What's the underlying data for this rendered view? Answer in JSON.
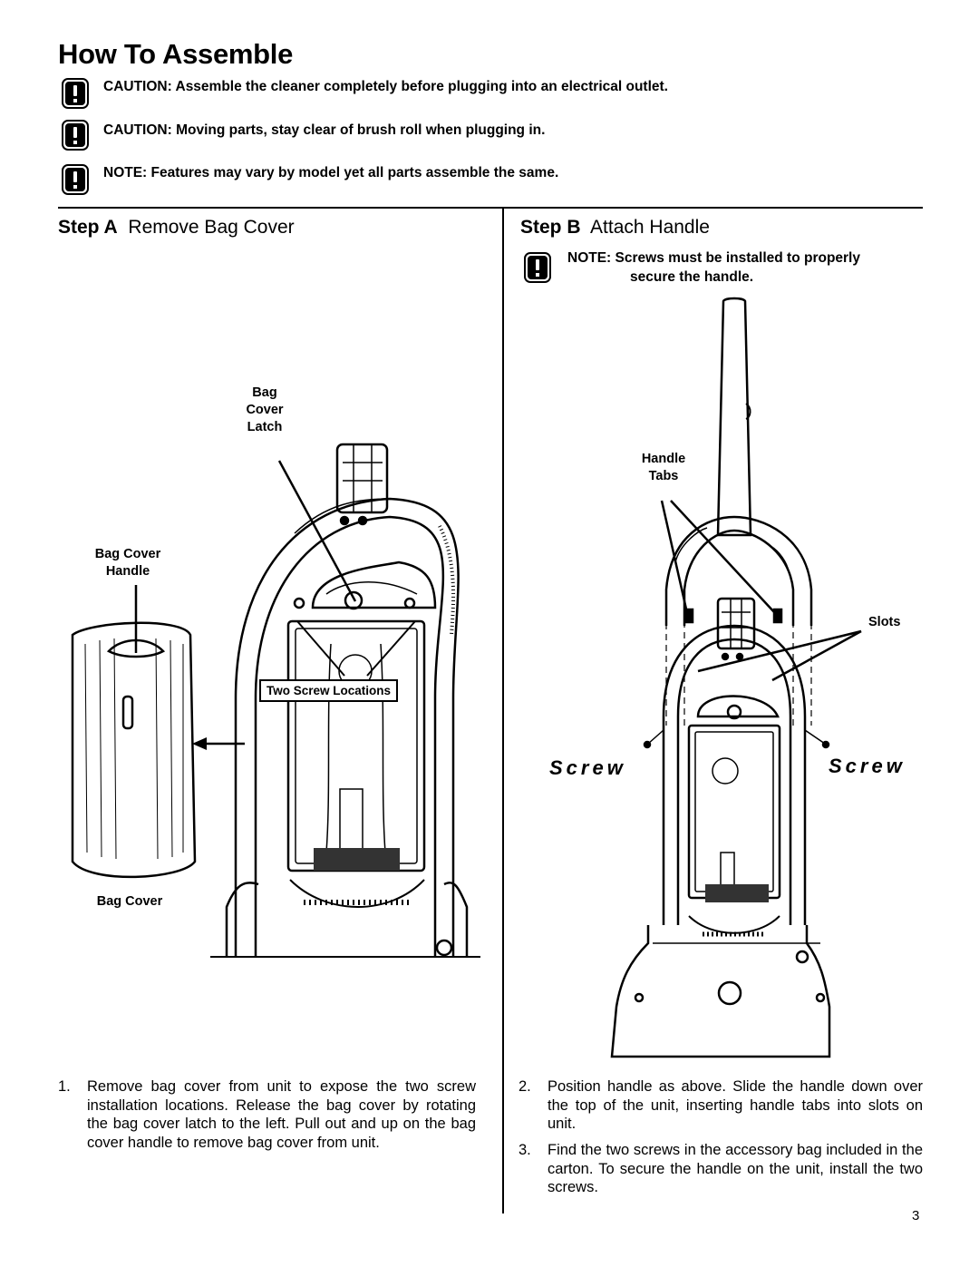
{
  "page": {
    "title": "How To Assemble",
    "page_number": "3"
  },
  "notices": [
    {
      "icon": "warning-icon",
      "text": "CAUTION: Assemble the cleaner completely before plugging into an electrical outlet."
    },
    {
      "icon": "warning-icon",
      "text": "CAUTION: Moving parts, stay clear of brush roll when plugging in."
    },
    {
      "icon": "warning-icon",
      "text": "NOTE:  Features may vary by model yet all parts assemble the same."
    }
  ],
  "step_a": {
    "title_prefix": "Step A",
    "title": "Remove Bag Cover",
    "labels": {
      "latch_1": "Bag",
      "latch_2": "Cover",
      "latch_3": "Latch",
      "handle_1": "Bag Cover",
      "handle_2": "Handle",
      "cover": "Bag Cover",
      "screw_locations": "Two Screw Locations"
    },
    "instruction_num": "1.",
    "instruction": "Remove bag cover from unit to expose the two screw installation locations. Release the bag cover by rotating the bag cover latch to the left. Pull out and up on the bag cover handle to remove bag cover from unit."
  },
  "step_b": {
    "title_prefix": "Step B",
    "title": "Attach Handle",
    "note_1": "NOTE: Screws must be installed to properly",
    "note_2": "secure the handle.",
    "labels": {
      "tabs_1": "Handle",
      "tabs_2": "Tabs",
      "slots": "Slots",
      "screw_left": "Screw",
      "screw_right": "Screw"
    },
    "instructions": [
      {
        "num": "2.",
        "text": "Position handle as above. Slide the handle down over the top of the unit, inserting handle tabs into slots on unit."
      },
      {
        "num": "3.",
        "text": "Find the two screws in the accessory bag included in the carton. To secure the handle on the unit, install the two screws."
      }
    ]
  }
}
